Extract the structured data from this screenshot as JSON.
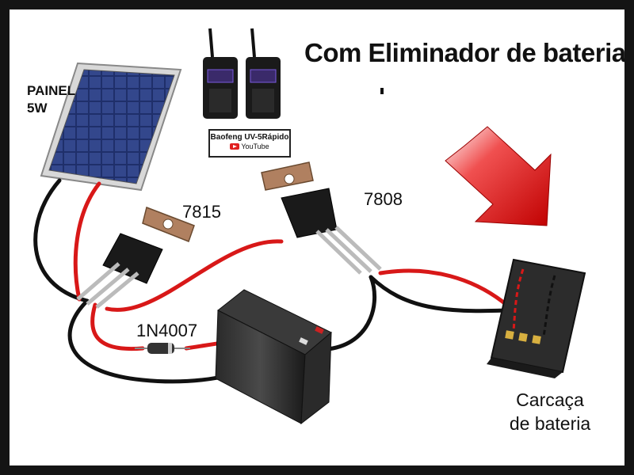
{
  "title": "Com Eliminador de bateria",
  "labels": {
    "panel": "PAINEL",
    "panel_power": "5W",
    "regulator_1": "7815",
    "regulator_2": "7808",
    "diode": "1N4007",
    "battery_casing_line1": "Carcaça",
    "battery_casing_line2": "de bateria"
  },
  "badge": {
    "title": "Baofeng UV-5Rápido",
    "platform": "YouTube"
  },
  "colors": {
    "wire_positive": "#d81818",
    "wire_negative": "#111111",
    "arrow": "#e01010"
  },
  "icons": {
    "radios": "walkie-talkie-icon",
    "panel": "solar-panel-icon",
    "battery": "battery-icon",
    "arrow": "arrow-down-right-icon"
  }
}
